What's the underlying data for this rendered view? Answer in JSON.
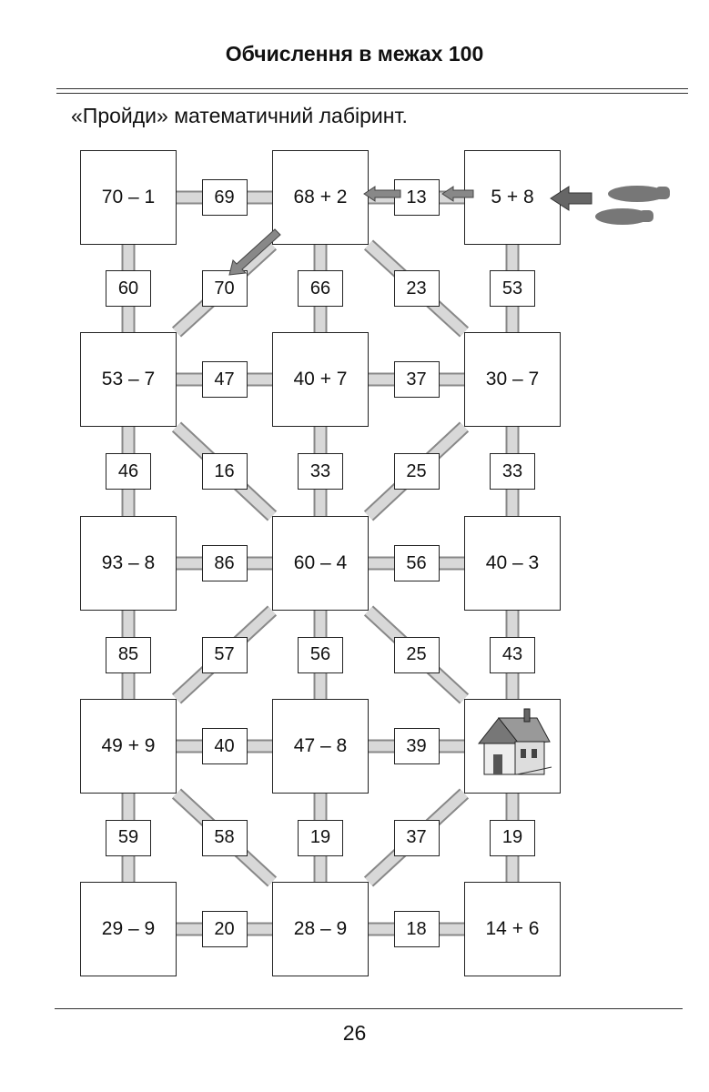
{
  "header": {
    "title": "Обчислення в межах 100"
  },
  "instruction": "«Пройди» математичний лабіринт.",
  "maze": {
    "rows": [
      {
        "cells": [
          "70 – 1",
          "68 + 2",
          "5 + 8"
        ],
        "horizontal": [
          "69",
          "13"
        ]
      },
      {
        "cells": [
          "53 – 7",
          "40 + 7",
          "30 – 7"
        ],
        "horizontal": [
          "47",
          "37"
        ]
      },
      {
        "cells": [
          "93 – 8",
          "60 – 4",
          "40 – 3"
        ],
        "horizontal": [
          "86",
          "56"
        ]
      },
      {
        "cells": [
          "49 + 9",
          "47 – 8",
          null
        ],
        "horizontal": [
          "40",
          "39"
        ]
      },
      {
        "cells": [
          "29 – 9",
          "28 – 9",
          "14 + 6"
        ],
        "horizontal": [
          "20",
          "18"
        ]
      }
    ],
    "vertical": [
      [
        "60",
        "70",
        "66",
        "23",
        "53"
      ],
      [
        "46",
        "16",
        "33",
        "25",
        "33"
      ],
      [
        "85",
        "57",
        "56",
        "25",
        "43"
      ],
      [
        "59",
        "58",
        "19",
        "37",
        "19"
      ]
    ],
    "house_icon": "house-icon",
    "start_icon": "footprints-icon"
  },
  "footer": {
    "page_number": "26"
  }
}
